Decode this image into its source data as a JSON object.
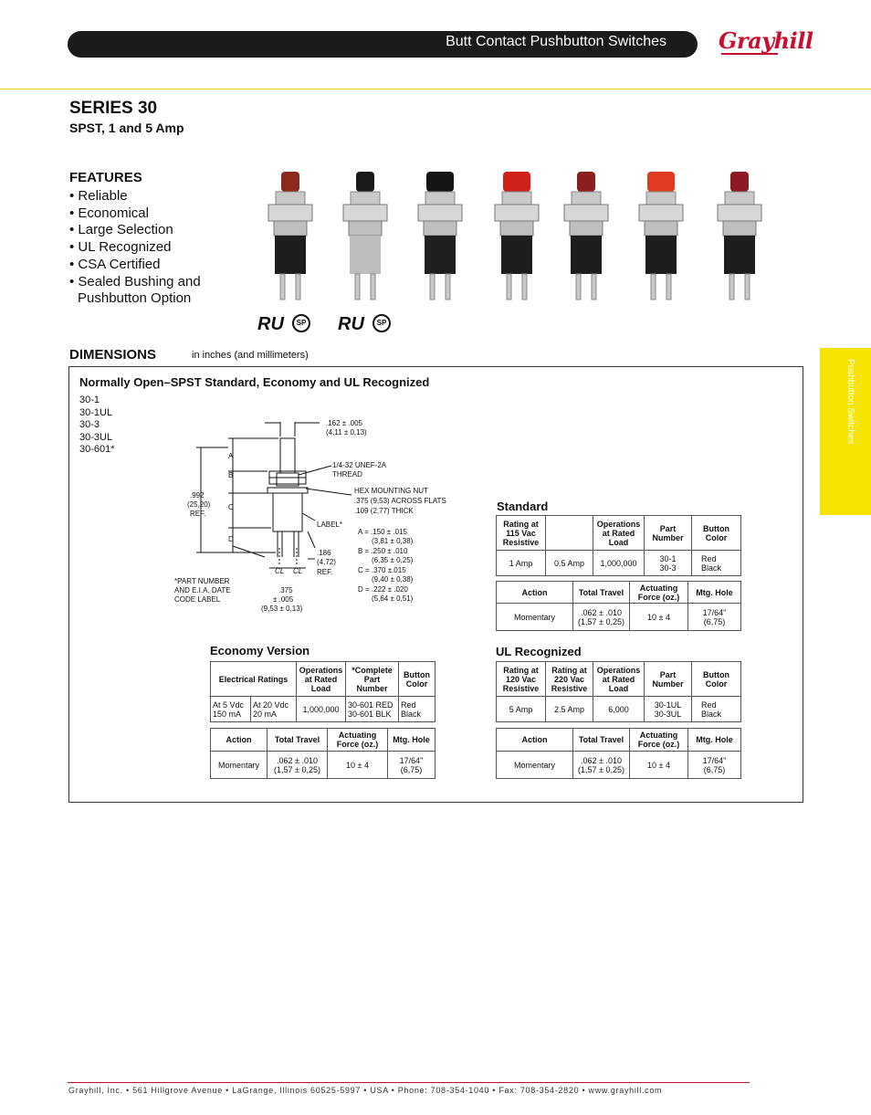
{
  "header": {
    "title": "Butt Contact Pushbutton Switches",
    "brand": "Grayhill"
  },
  "series": {
    "title": "SERIES 30",
    "subtitle": "SPST, 1 and 5 Amp"
  },
  "features": {
    "heading": "FEATURES",
    "items": [
      "Reliable",
      "Economical",
      "Large Selection",
      "UL Recognized",
      "CSA Certified",
      "Sealed Bushing and Pushbutton Option"
    ]
  },
  "certifications": {
    "ul1": "RU",
    "csa1": "SP",
    "ul2": "RU",
    "csa2": "SP"
  },
  "dimensions": {
    "heading": "DIMENSIONS",
    "subheading": "in inches (and millimeters)",
    "box_title": "Normally Open–SPST Standard, Economy and UL Recognized",
    "part_numbers": [
      "30-1",
      "30-1UL",
      "30-3",
      "30-3UL",
      "30-601*"
    ],
    "drawing": {
      "width_top": ".162 ± .005",
      "width_top_mm": "(4,11 ± 0,13)",
      "thread_1": "1/4-32  UNEF-2A",
      "thread_2": "THREAD",
      "nut_1": "HEX MOUNTING NUT",
      "nut_2": ".375 (9,53) ACROSS FLATS",
      "nut_3": ".109 (2,77) THICK",
      "label_note": "LABEL*",
      "a_dim": "A = .150 ± .015",
      "a_mm": "(3,81 ± 0,38)",
      "b_dim": "B = .250 ± .010",
      "b_mm": "(6,35 ± 0,25)",
      "c_dim": "C = .370 ±.015",
      "c_mm": "(9,40 ± 0,38)",
      "d_dim": "D = .222 ± .020",
      "d_mm": "(5,64 ± 0,51)",
      "overall_1": ".992",
      "overall_2": "(25,20)",
      "overall_3": "REF.",
      "a": "A",
      "b": "B",
      "c": "C",
      "d": "D",
      "term_1": ".186",
      "term_2": "(4,72)",
      "term_3": "REF.",
      "spacing_1": ".375",
      "spacing_2": "± .005",
      "spacing_3": "(9,53 ± 0,13)",
      "cl": "CL",
      "note_1": "*PART NUMBER",
      "note_2": "AND E.I.A. DATE",
      "note_3": "CODE LABEL"
    }
  },
  "standard": {
    "heading": "Standard",
    "ratings": {
      "headers": [
        "Rating at 115 Vac Resistive",
        "",
        "Operations at Rated Load",
        "Part Number",
        "Button Color"
      ],
      "row": [
        "1 Amp",
        "0.5 Amp",
        "1,000,000",
        "30-1\n30-3",
        "Red\nBlack"
      ]
    },
    "mech": {
      "headers": [
        "Action",
        "Total Travel",
        "Actuating Force (oz.)",
        "Mtg. Hole"
      ],
      "row": [
        "Momentary",
        ".062 ± .010\n(1,57 ± 0,25)",
        "10 ± 4",
        "17/64\"\n(6,75)"
      ]
    }
  },
  "economy": {
    "heading": "Economy Version",
    "ratings": {
      "headers": [
        "Electrical Ratings",
        "Operations at Rated Load",
        "*Complete Part Number",
        "Button Color"
      ],
      "row": [
        "At 5 Vdc\n150 mA",
        "At 20 Vdc\n20 mA",
        "1,000,000",
        "30-601 RED\n30-601 BLK",
        "Red\nBlack"
      ]
    },
    "mech": {
      "headers": [
        "Action",
        "Total Travel",
        "Actuating Force (oz.)",
        "Mtg. Hole"
      ],
      "row": [
        "Momentary",
        ".062 ± .010\n(1,57 ± 0,25)",
        "10 ± 4",
        "17/64\"\n(6,75)"
      ]
    }
  },
  "ul": {
    "heading": "UL Recognized",
    "ratings": {
      "headers": [
        "Rating at 120 Vac Resistive",
        "Rating at 220 Vac Resistive",
        "Operations at Rated Load",
        "Part Number",
        "Button Color"
      ],
      "row": [
        "5 Amp",
        "2.5 Amp",
        "6,000",
        "30-1UL\n30-3UL",
        "Red\nBlack"
      ]
    },
    "mech": {
      "headers": [
        "Action",
        "Total Travel",
        "Actuating Force (oz.)",
        "Mtg. Hole"
      ],
      "row": [
        "Momentary",
        ".062 ± .010\n(1,57 ± 0,25)",
        "10 ± 4",
        "17/64\"\n(6,75)"
      ]
    }
  },
  "side_tab": "Pushbutton Switches",
  "footer": "Grayhill, Inc. • 561 Hillgrove Avenue • LaGrange, Illinois  60525-5997 • USA • Phone: 708-354-1040 • Fax: 708-354-2820 • www.grayhill.com",
  "photos": [
    {
      "cap": "#8b2a1c",
      "body": "#1d1d1d"
    },
    {
      "cap": "#1a1a1a",
      "body": "#bdbdbd"
    },
    {
      "cap": "#151515",
      "body": "#1f1f1f"
    },
    {
      "cap": "#d0201a",
      "body": "#1d1d1d"
    },
    {
      "cap": "#8e1d20",
      "body": "#1d1d1d"
    },
    {
      "cap": "#e03a22",
      "body": "#1d1d1d"
    },
    {
      "cap": "#8b1a24",
      "body": "#1d1d1d"
    }
  ]
}
